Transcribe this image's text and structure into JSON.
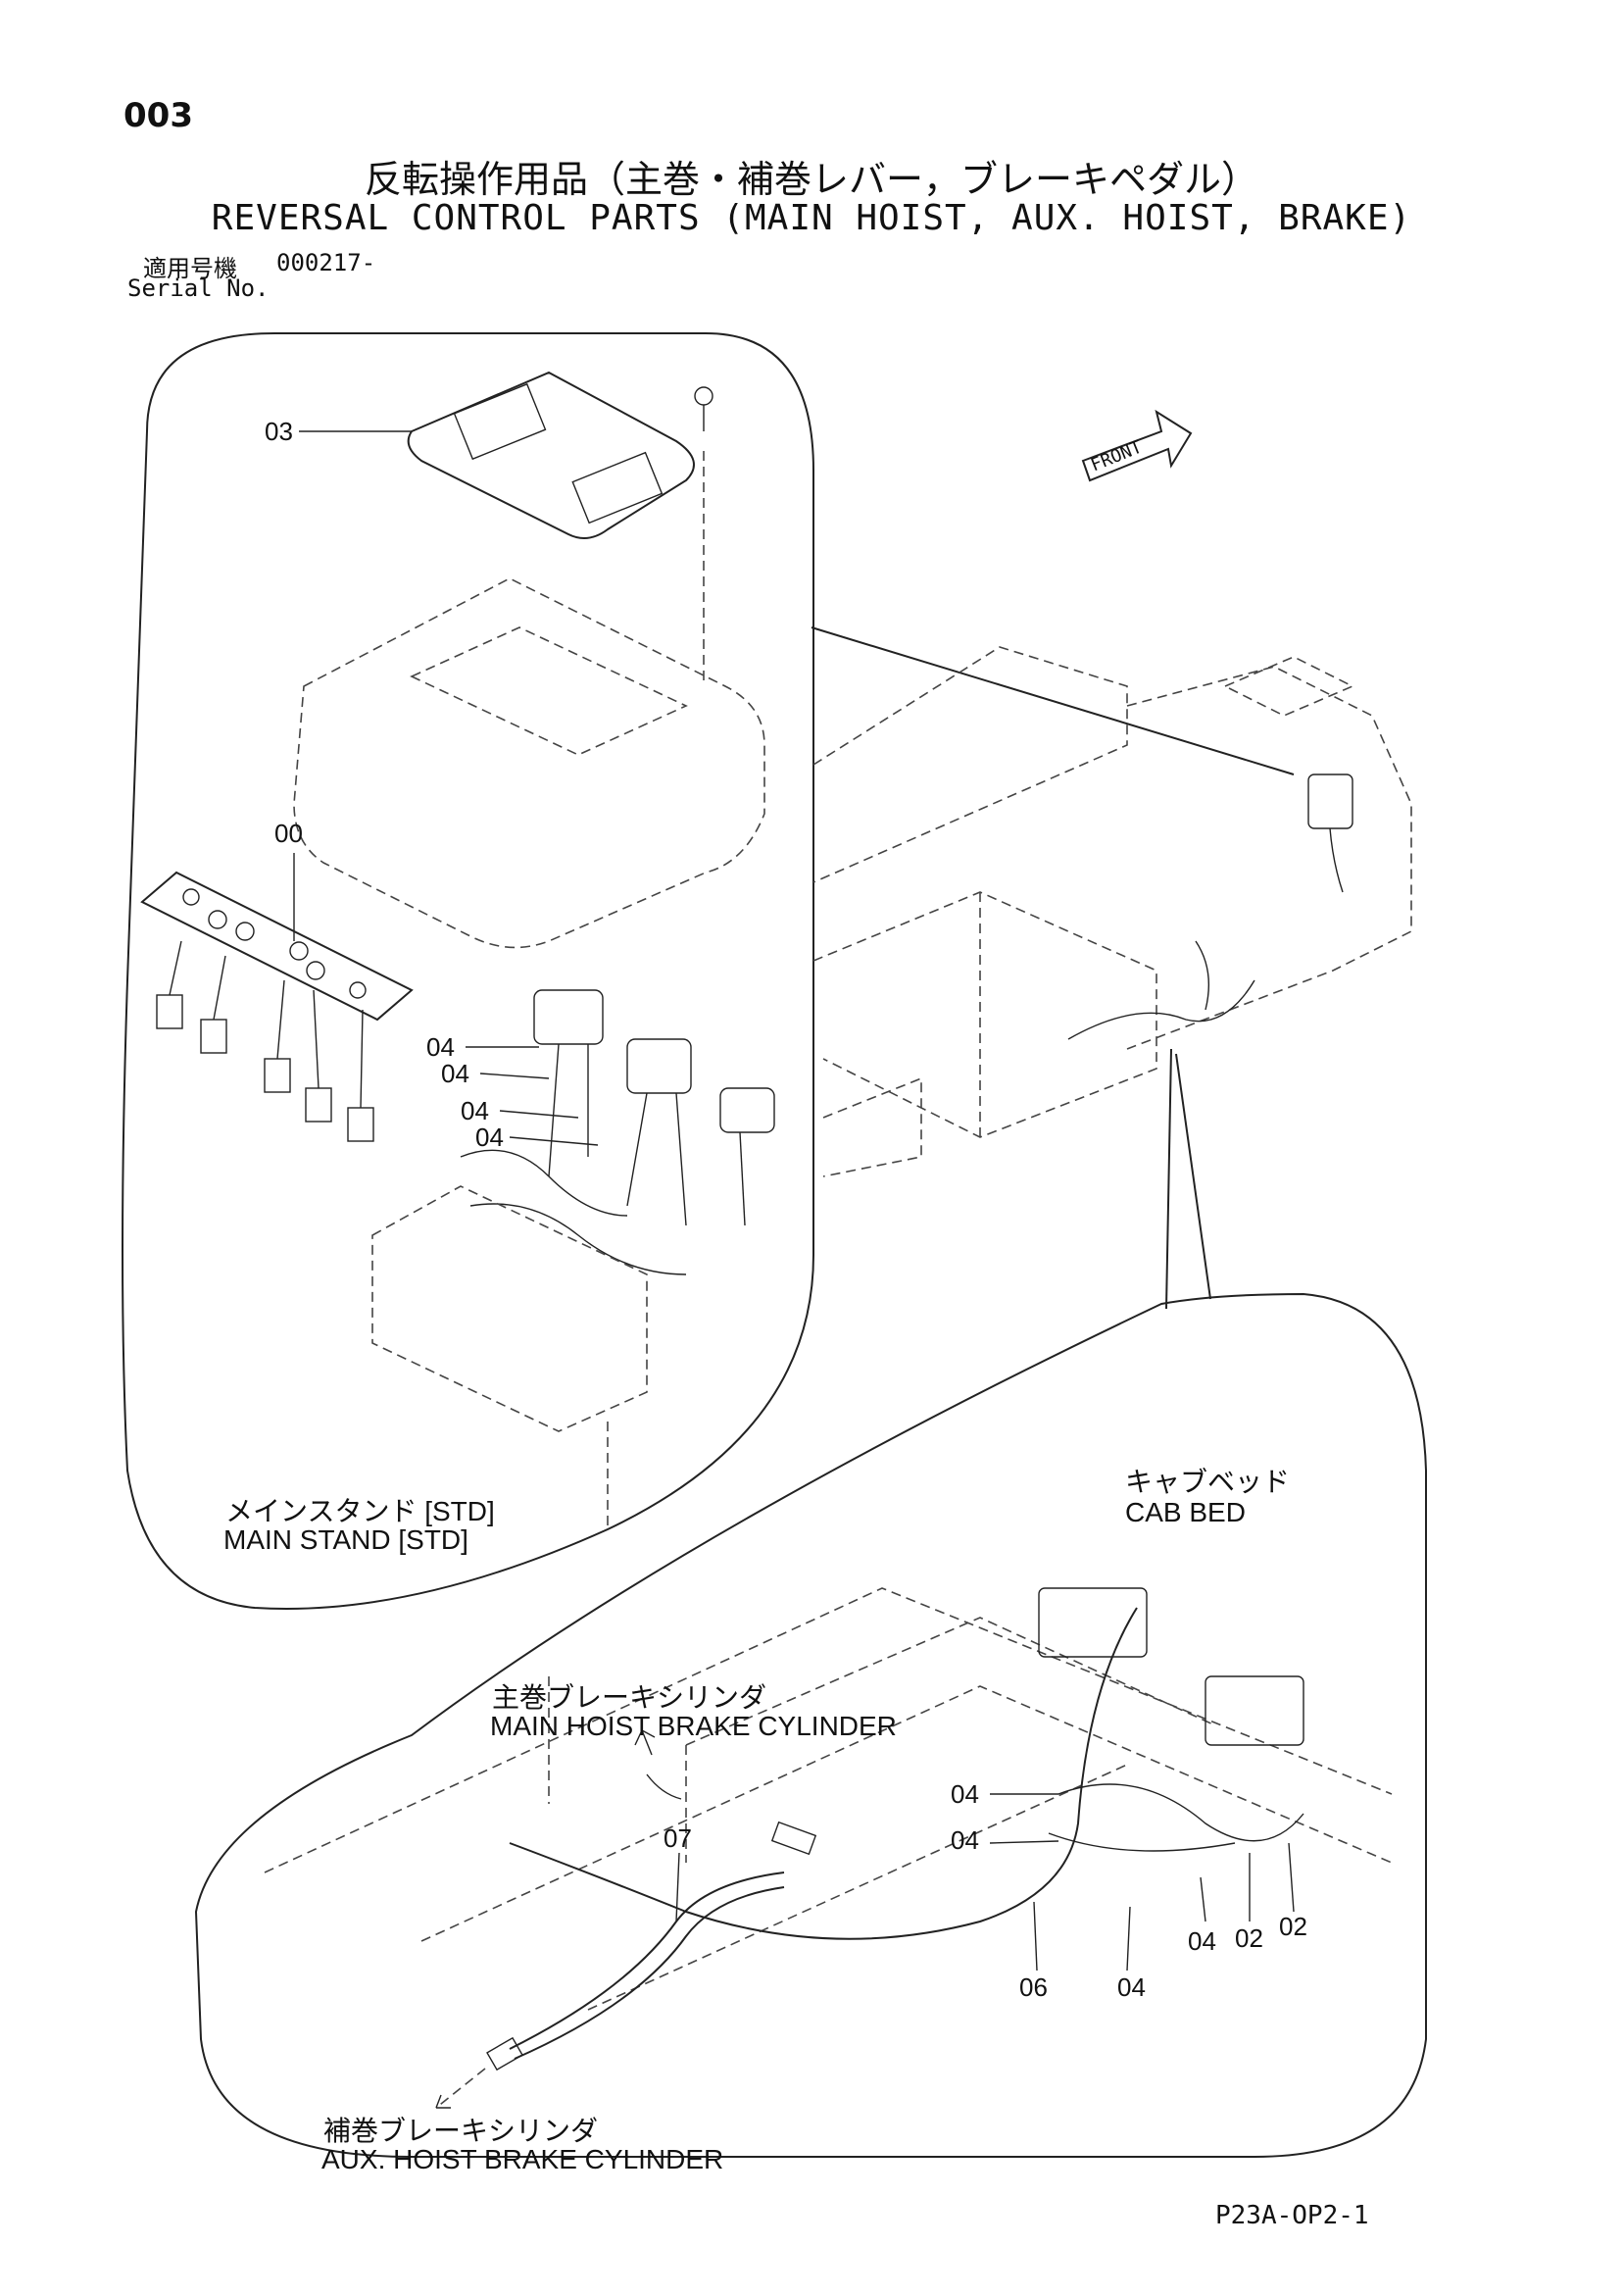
{
  "header": {
    "page_number": "003",
    "title_jp": "反転操作用品（主巻・補巻レバー，ブレーキペダル）",
    "title_en": "REVERSAL CONTROL PARTS (MAIN HOIST, AUX. HOIST, BRAKE)",
    "serial_label_jp": "適用号機",
    "serial_value": "000217-",
    "serial_label_en": "Serial No."
  },
  "callouts": {
    "c03": "03",
    "c00": "00",
    "c04a": "04",
    "c04b": "04",
    "c04c": "04",
    "c04d": "04",
    "c04e": "04",
    "c04f": "04",
    "c04g": "04",
    "c04h": "04",
    "c07": "07",
    "c06": "06",
    "c02a": "02",
    "c02b": "02"
  },
  "labels": {
    "front": "FRONT",
    "main_stand_jp": "メインスタンド [STD]",
    "main_stand_en": "MAIN STAND [STD]",
    "cab_bed_jp": "キャブベッド",
    "cab_bed_en": "CAB BED",
    "main_brake_jp": "主巻ブレーキシリンダ",
    "main_brake_en": "MAIN HOIST BRAKE CYLINDER",
    "aux_brake_jp": "補巻ブレーキシリンダ",
    "aux_brake_en": "AUX. HOIST BRAKE CYLINDER"
  },
  "footer": {
    "code": "P23A-OP2-1"
  }
}
